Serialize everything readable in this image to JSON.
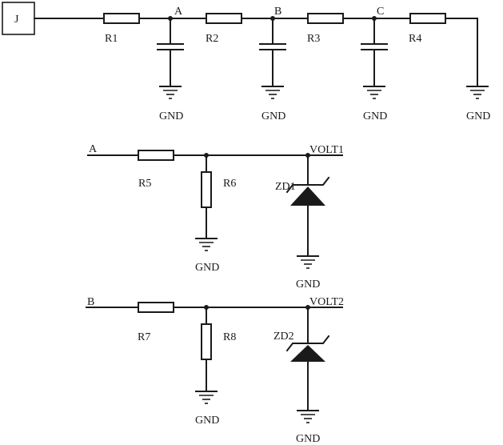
{
  "input": {
    "label": "J"
  },
  "nodes": {
    "a": "A",
    "b": "B",
    "c": "C"
  },
  "resistors": {
    "r1": "R1",
    "r2": "R2",
    "r3": "R3",
    "r4": "R4",
    "r5": "R5",
    "r6": "R6",
    "r7": "R7",
    "r8": "R8"
  },
  "branch_inputs": {
    "top": "A",
    "bottom": "B"
  },
  "outputs": {
    "volt1": "VOLT1",
    "volt2": "VOLT2"
  },
  "zeners": {
    "zd1": "ZD1",
    "zd2": "ZD2"
  },
  "ground_label": "GND"
}
